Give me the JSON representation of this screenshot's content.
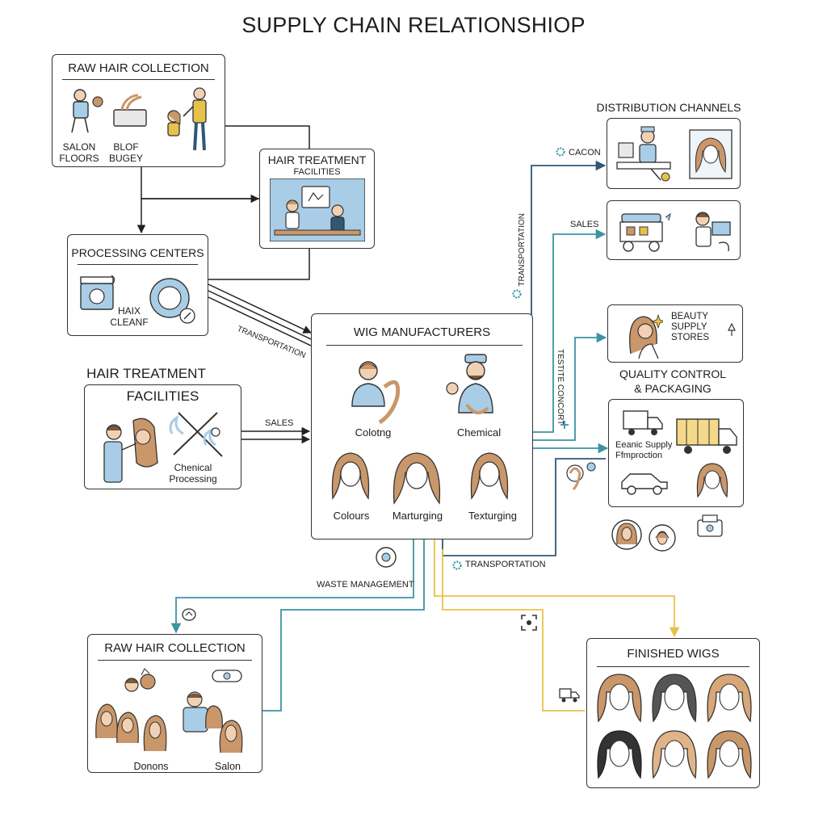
{
  "title": "SUPPLY CHAIN RELATIONSHIOP",
  "raw_hair_top": {
    "title": "RAW HAIR COLLECTION",
    "label_a": "SALON\nFLOORS",
    "label_b": "BLOF\nBUGEY"
  },
  "hair_treatment_small": {
    "title": "HAIR TREATMENT",
    "subtitle": "FACILITIES"
  },
  "processing": {
    "title": "PROCESSING CENTERS",
    "label": "HAIX\nCLEANF"
  },
  "hair_treatment_left": {
    "title_line1": "HAIR TREATMENT",
    "title_line2": "FACILITIES",
    "label": "Chenical\nProcessing"
  },
  "manufacturers": {
    "title": "WIG MANUFACTURERS",
    "labels": [
      "Colotng",
      "Chemical",
      "Colours",
      "Marturging",
      "Texturging"
    ]
  },
  "distribution": {
    "title": "DISTRIBUTION CHANNELS"
  },
  "beauty": {
    "text": "BEAUTY\nSUPPLY\nSTORES"
  },
  "qc": {
    "title": "QUALITY CONTROL\n& PACKAGING",
    "label": "Eeanic Supply\nFfmproction"
  },
  "raw_hair_bottom": {
    "title": "RAW HAIR COLLECTION",
    "label_a": "Donons",
    "label_b": "Salon"
  },
  "finished": {
    "title": "FINISHED WIGS"
  },
  "flow_labels": {
    "transportation_a": "TRANSPORTATION",
    "sales_left": "SALES",
    "transportation_vert": "TRANSPORTATION",
    "cacon": "CACON",
    "sales_right": "SALES",
    "testing": "TESTITE CONCORT",
    "transportation_b": "TRANSPORTATION",
    "waste": "WASTE MANAGEMENT"
  },
  "colors": {
    "teal": "#3d93a3",
    "navy": "#2f5877",
    "gold": "#e7c24a",
    "hair": "#c9976a",
    "skin": "#f1d1b3",
    "blue": "#a9cde6"
  }
}
